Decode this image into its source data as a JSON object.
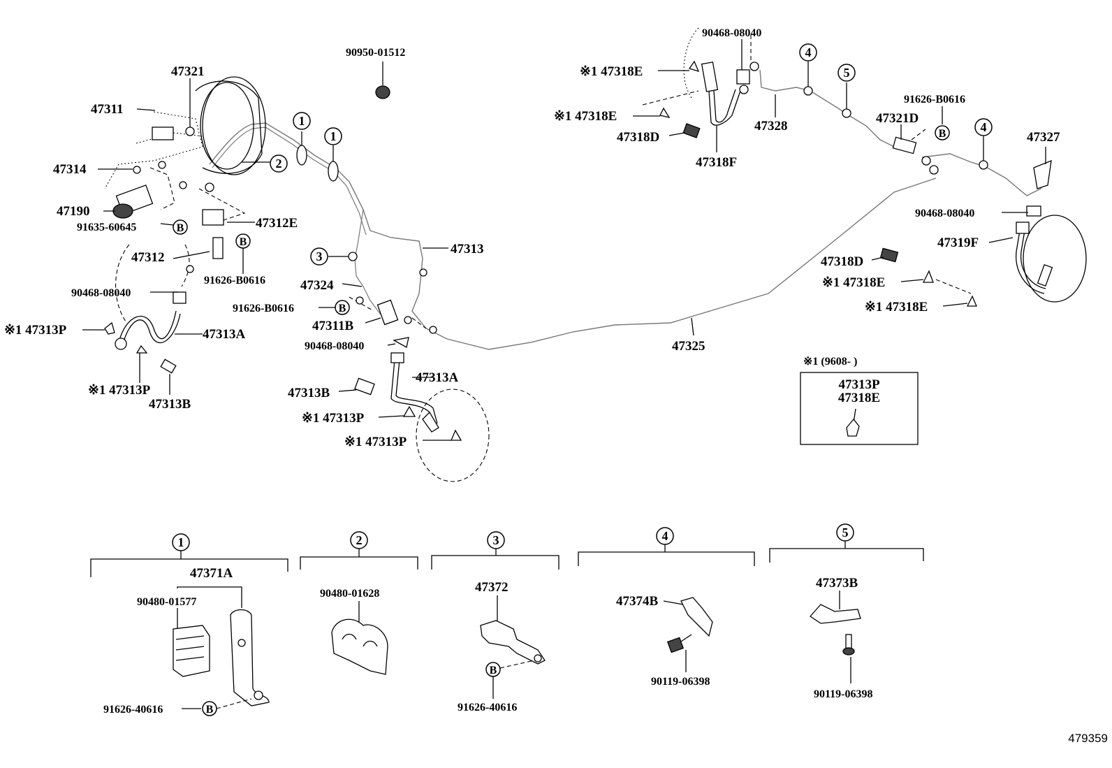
{
  "labels": {
    "p90950_01512": "90950-01512",
    "p47321": "47321",
    "p47311": "47311",
    "p47314": "47314",
    "p47190": "47190",
    "p91635_60645": "91635-60645",
    "p47312E": "47312E",
    "p47312": "47312",
    "p91626_B0616_a": "91626-B0616",
    "p90468_08040_a": "90468-08040",
    "p47313P_a": "※1 47313P",
    "p47313A_a": "47313A",
    "p47313P_b": "※1 47313P",
    "p47313B_a": "47313B",
    "p47313": "47313",
    "p47324": "47324",
    "p91626_B0616_b": "91626-B0616",
    "p47311B": "47311B",
    "p90468_08040_b": "90468-08040",
    "p47313A_b": "47313A",
    "p47313B_b": "47313B",
    "p47313P_c": "※1 47313P",
    "p47313P_d": "※1 47313P",
    "p47325": "47325",
    "p90468_08040_c": "90468-08040",
    "p47318E_a": "※1 47318E",
    "p47318E_b": "※1 47318E",
    "p47318D_a": "47318D",
    "p47318F": "47318F",
    "p47328": "47328",
    "p47321D": "47321D",
    "p91626_B0616_c": "91626-B0616",
    "p47327": "47327",
    "p90468_08040_d": "90468-08040",
    "p47319F": "47319F",
    "p47318D_b": "47318D",
    "p47318E_c": "※1 47318E",
    "p47318E_d": "※1 47318E",
    "p47371A": "47371A",
    "p90480_01577": "90480-01577",
    "p91626_40616_a": "91626-40616",
    "p90480_01628": "90480-01628",
    "p47372": "47372",
    "p91626_40616_b": "91626-40616",
    "p47374B": "47374B",
    "p90119_06398_a": "90119-06398",
    "p47373B": "47373B",
    "p90119_06398_b": "90119-06398"
  },
  "markers": {
    "one": "1",
    "two": "2",
    "three": "3",
    "four": "4",
    "five": "5",
    "B": "B"
  },
  "legend": {
    "title": "※1 (9608-      )",
    "line1": "47313P",
    "line2": "47318E"
  },
  "figure_number": "479359"
}
